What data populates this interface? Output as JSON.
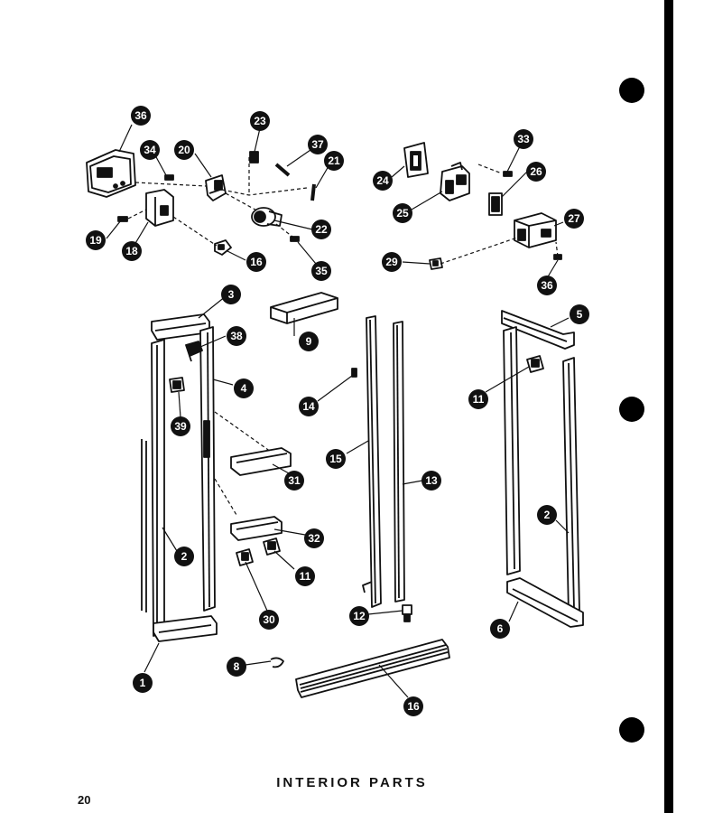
{
  "title": "INTERIOR PARTS",
  "page_number": "20",
  "callouts": [
    {
      "id": "c36a",
      "label": "36"
    },
    {
      "id": "c34",
      "label": "34"
    },
    {
      "id": "c20",
      "label": "20"
    },
    {
      "id": "c23",
      "label": "23"
    },
    {
      "id": "c37",
      "label": "37"
    },
    {
      "id": "c21",
      "label": "21"
    },
    {
      "id": "c22",
      "label": "22"
    },
    {
      "id": "c35",
      "label": "35"
    },
    {
      "id": "c19",
      "label": "19"
    },
    {
      "id": "c18",
      "label": "18"
    },
    {
      "id": "c16a",
      "label": "16"
    },
    {
      "id": "c24",
      "label": "24"
    },
    {
      "id": "c33",
      "label": "33"
    },
    {
      "id": "c26",
      "label": "26"
    },
    {
      "id": "c25",
      "label": "25"
    },
    {
      "id": "c27",
      "label": "27"
    },
    {
      "id": "c29",
      "label": "29"
    },
    {
      "id": "c36b",
      "label": "36"
    },
    {
      "id": "c3",
      "label": "3"
    },
    {
      "id": "c38",
      "label": "38"
    },
    {
      "id": "c4",
      "label": "4"
    },
    {
      "id": "c39",
      "label": "39"
    },
    {
      "id": "c9",
      "label": "9"
    },
    {
      "id": "c14",
      "label": "14"
    },
    {
      "id": "c15",
      "label": "15"
    },
    {
      "id": "c31",
      "label": "31"
    },
    {
      "id": "c32",
      "label": "32"
    },
    {
      "id": "c13",
      "label": "13"
    },
    {
      "id": "c5",
      "label": "5"
    },
    {
      "id": "c11a",
      "label": "11"
    },
    {
      "id": "c2a",
      "label": "2"
    },
    {
      "id": "c2b",
      "label": "2"
    },
    {
      "id": "c11b",
      "label": "11"
    },
    {
      "id": "c30",
      "label": "30"
    },
    {
      "id": "c12",
      "label": "12"
    },
    {
      "id": "c6",
      "label": "6"
    },
    {
      "id": "c1",
      "label": "1"
    },
    {
      "id": "c8",
      "label": "8"
    },
    {
      "id": "c16b",
      "label": "16"
    }
  ]
}
